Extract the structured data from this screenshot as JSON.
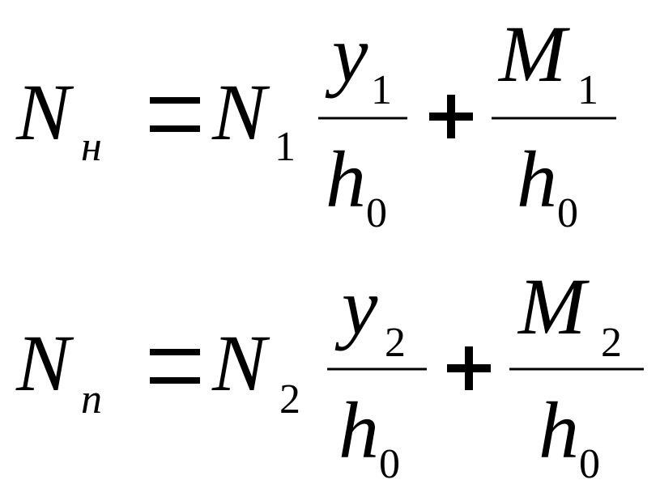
{
  "equations": [
    {
      "lhs": {
        "symbol": "N",
        "subscript": "н"
      },
      "equals": "=",
      "coefficient": {
        "symbol": "N",
        "subscript": "1"
      },
      "fraction1": {
        "numerator": {
          "symbol": "y",
          "subscript": "1"
        },
        "denominator": {
          "symbol": "h",
          "subscript": "0"
        }
      },
      "plus": "+",
      "fraction2": {
        "numerator": {
          "symbol": "M",
          "subscript": "1"
        },
        "denominator": {
          "symbol": "h",
          "subscript": "0"
        }
      }
    },
    {
      "lhs": {
        "symbol": "N",
        "subscript": "n"
      },
      "equals": "=",
      "coefficient": {
        "symbol": "N",
        "subscript": "2"
      },
      "fraction1": {
        "numerator": {
          "symbol": "y",
          "subscript": "2"
        },
        "denominator": {
          "symbol": "h",
          "subscript": "0"
        }
      },
      "plus": "+",
      "fraction2": {
        "numerator": {
          "symbol": "M",
          "subscript": "2"
        },
        "denominator": {
          "symbol": "h",
          "subscript": "0"
        }
      }
    }
  ]
}
